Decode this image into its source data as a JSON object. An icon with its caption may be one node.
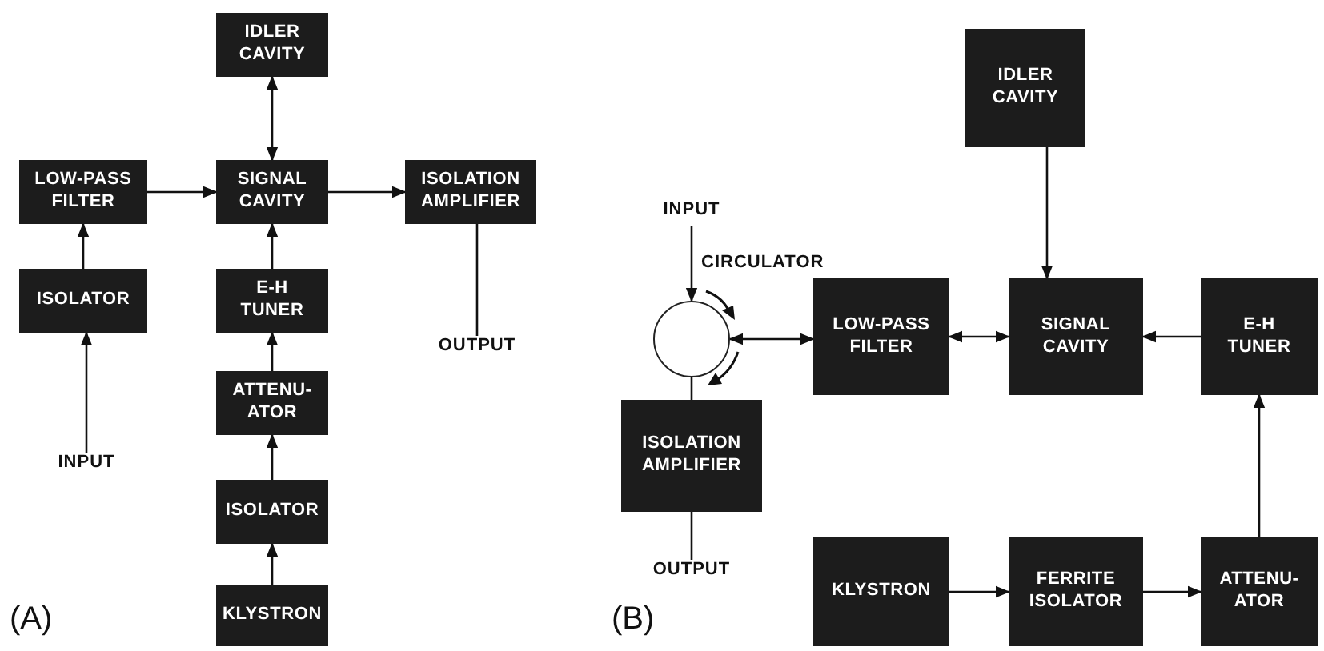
{
  "diagram": {
    "nodes": [
      {
        "text": [
          "IDLER CAVITY"
        ]
      },
      {
        "text": [
          "LOW-PASS FILTER"
        ]
      },
      {
        "text": [
          "SIGNAL CAVITY"
        ]
      },
      {
        "text": [
          "ISOLATION AMPLIFIER"
        ]
      },
      {
        "text": [
          "ISOLATOR"
        ]
      },
      {
        "text": [
          "E-H TUNER"
        ]
      },
      {
        "text": [
          "OUTPUT"
        ]
      },
      {
        "text": [
          "ATTENU- ATOR"
        ]
      },
      {
        "text": [
          "INPUT"
        ]
      },
      {
        "text": [
          "ISOLATOR"
        ]
      },
      {
        "text": [
          "KLYSTRON"
        ]
      },
      {
        "text": [
          "IDLER CAVITY"
        ]
      },
      {
        "text": [
          "INPUT"
        ]
      },
      {
        "text": [],
        "shape": "circle"
      },
      {
        "text": [
          "LOW-PASS FILTER"
        ]
      },
      {
        "text": [
          "SIGNAL CAVITY"
        ]
      },
      {
        "text": [
          "E-H TUNER"
        ]
      },
      {
        "text": [
          "ISOLATION AMPLIFIER"
        ]
      },
      {
        "text": [
          "OUTPUT"
        ]
      },
      {
        "text": [
          "KLYSTRON"
        ]
      },
      {
        "text": [
          "FERRITE ISOLATOR"
        ]
      },
      {
        "text": [
          "ATTENU- ATOR"
        ]
      }
    ],
    "edges": [
      {
        "from": 8,
        "to": 4,
        "arrow": "to"
      },
      {
        "from": 4,
        "to": 1,
        "arrow": "to"
      },
      {
        "from": 1,
        "to": 2,
        "arrow": "to"
      },
      {
        "from": 2,
        "to": 0,
        "arrow": "both"
      },
      {
        "from": 2,
        "to": 3,
        "arrow": "to"
      },
      {
        "from": 3,
        "to": 6,
        "arrow": "none"
      },
      {
        "from": 10,
        "to": 9,
        "arrow": "to"
      },
      {
        "from": 9,
        "to": 7,
        "arrow": "to"
      },
      {
        "from": 7,
        "to": 5,
        "arrow": "to"
      },
      {
        "from": 5,
        "to": 2,
        "arrow": "to"
      },
      {
        "from": 12,
        "to": 13,
        "arrow": "to"
      },
      {
        "from": 13,
        "to": 14,
        "arrow": "both"
      },
      {
        "from": 14,
        "to": 15,
        "arrow": "both"
      },
      {
        "from": 11,
        "to": 15,
        "arrow": "to"
      },
      {
        "from": 16,
        "to": 15,
        "arrow": "to"
      },
      {
        "from": 21,
        "to": 16,
        "arrow": "to"
      },
      {
        "from": 19,
        "to": 20,
        "arrow": "to"
      },
      {
        "from": 20,
        "to": 21,
        "arrow": "to"
      },
      {
        "from": 13,
        "to": 17,
        "arrow": "none"
      },
      {
        "from": 17,
        "to": 18,
        "arrow": "none"
      }
    ],
    "labels": [
      "CIRCULATOR",
      "(A)",
      "(B)"
    ]
  }
}
